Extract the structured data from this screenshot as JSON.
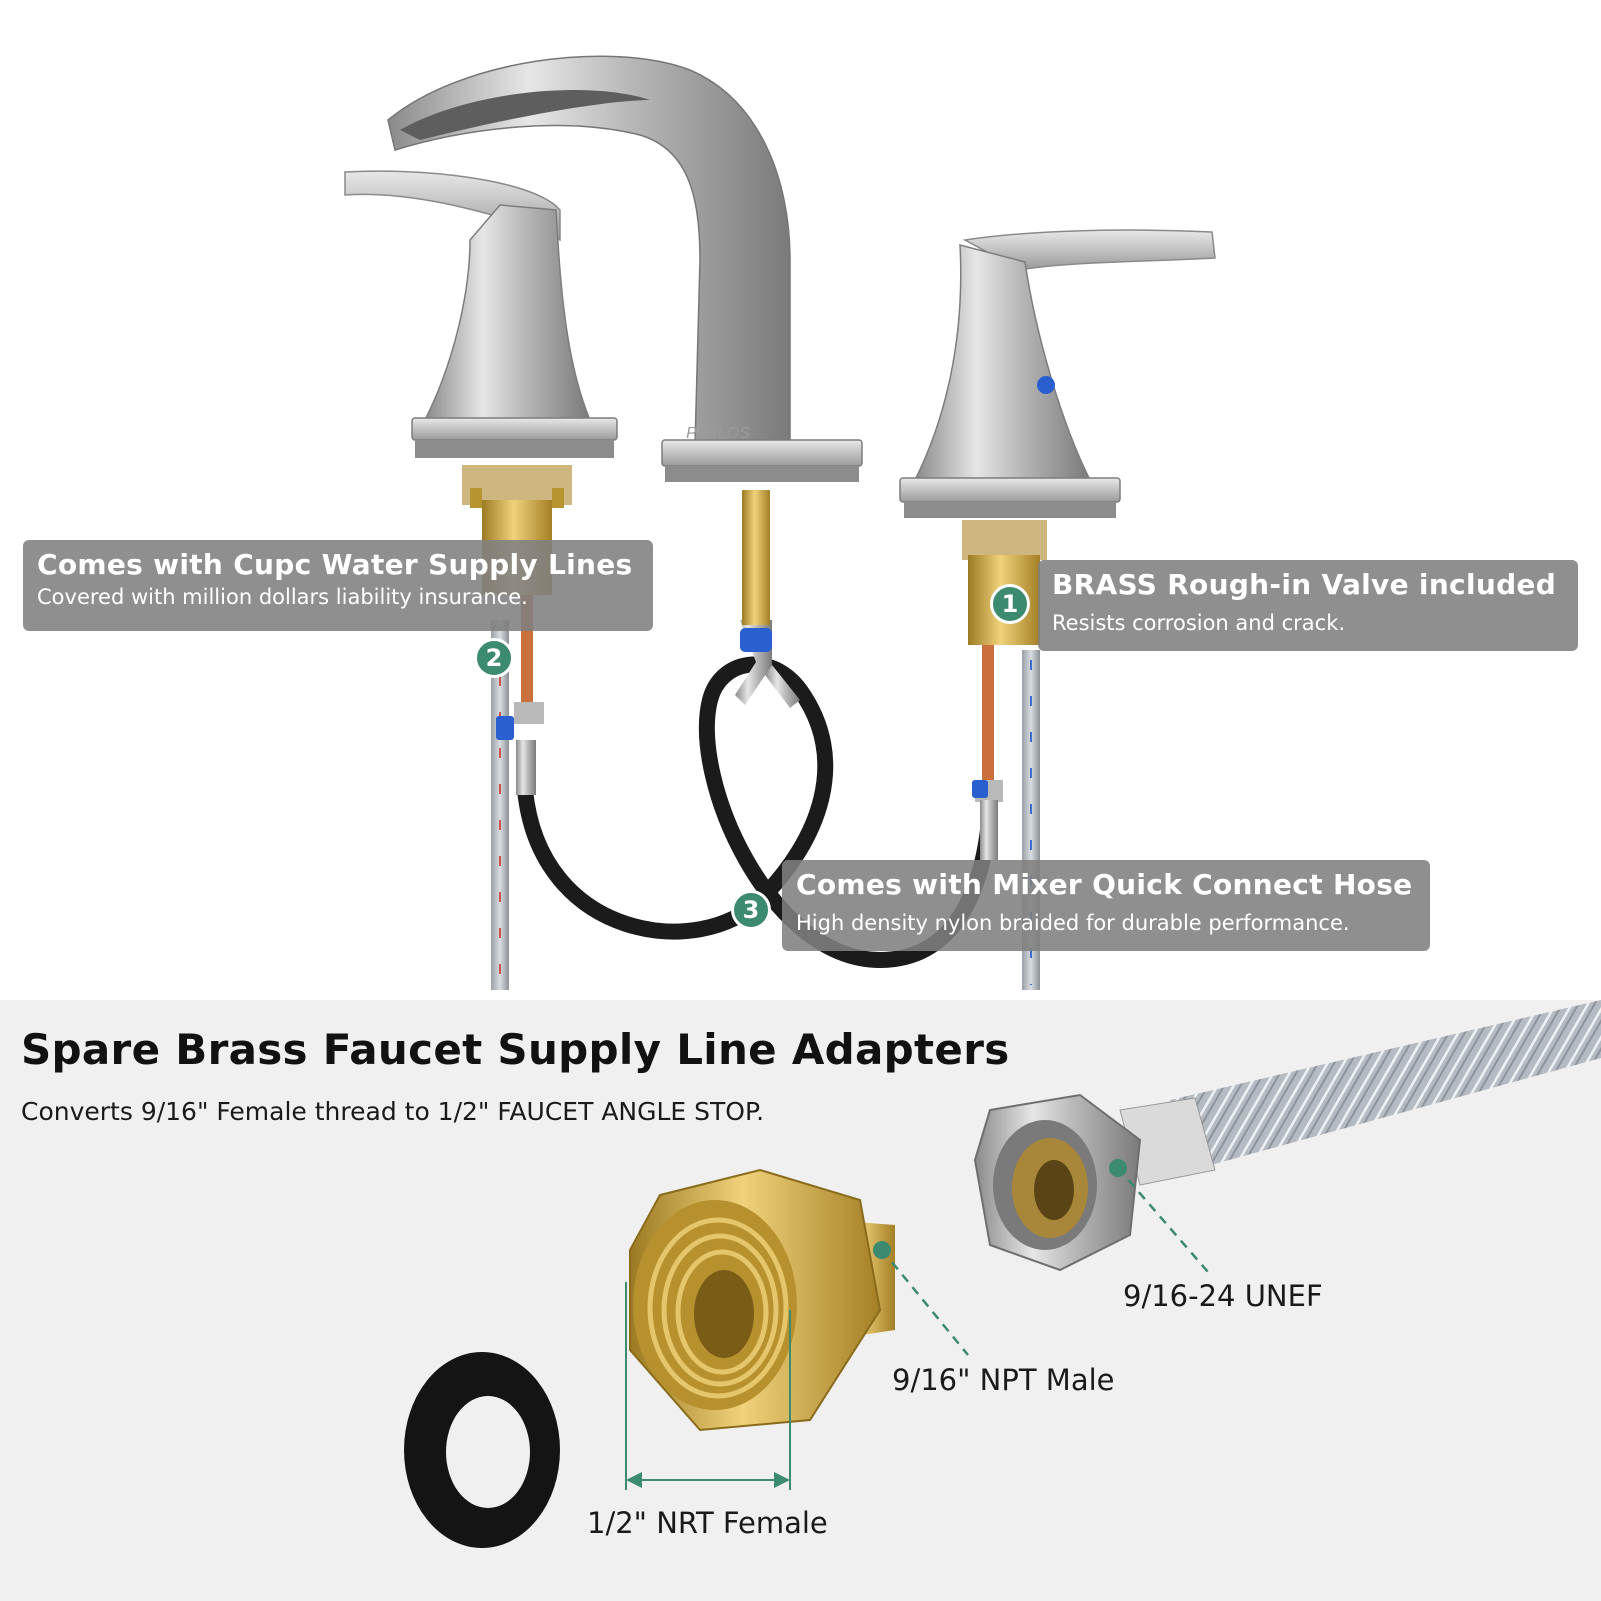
{
  "top_section": {
    "brand_mark": "PARLOS",
    "callouts": [
      {
        "number": "1",
        "title": "BRASS Rough-in Valve included",
        "subtitle": "Resists corrosion and crack."
      },
      {
        "number": "2",
        "title": "Comes with Cupc Water Supply Lines",
        "subtitle": "Covered with million dollars liability insurance."
      },
      {
        "number": "3",
        "title": "Comes with Mixer Quick Connect Hose",
        "subtitle": "High density nylon braided for durable performance."
      }
    ]
  },
  "bottom_section": {
    "heading": "Spare Brass Faucet Supply Line Adapters",
    "subheading": "Converts 9/16\" Female thread to 1/2\" FAUCET ANGLE STOP.",
    "labels": {
      "unef": "9/16-24 UNEF",
      "npt_male": "9/16\" NPT Male",
      "nrt_female": "1/2\" NRT Female"
    }
  },
  "colors": {
    "badge": "#3c8a6f",
    "callout_bg": "#808080",
    "brass": "#c9a646",
    "chrome": "#c8c8c8",
    "handle_marker": "#2a5fd0"
  }
}
